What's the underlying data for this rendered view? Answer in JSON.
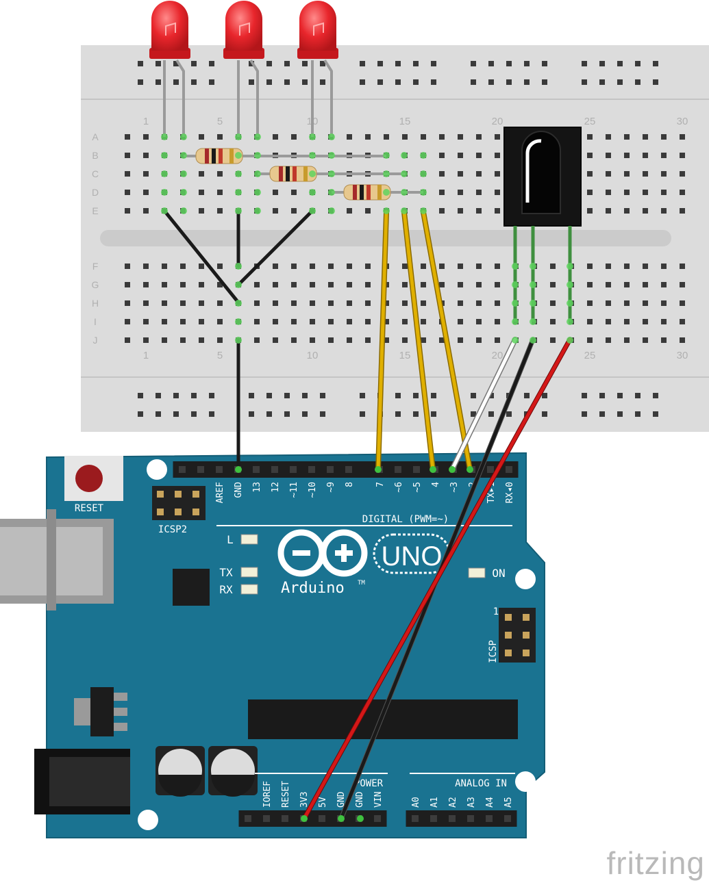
{
  "breadboard": {
    "column_numbers": [
      "1",
      "5",
      "10",
      "15",
      "20",
      "25",
      "30"
    ],
    "top_rows": [
      "A",
      "B",
      "C",
      "D",
      "E"
    ],
    "bottom_rows": [
      "F",
      "G",
      "H",
      "I",
      "J"
    ]
  },
  "components": {
    "leds": [
      "LED 1",
      "LED 2",
      "LED 3"
    ],
    "resistors": [
      "R1",
      "R2",
      "R3"
    ],
    "ir_receiver": "IR receiver"
  },
  "arduino": {
    "reset_label": "RESET",
    "icsp2_label": "ICSP2",
    "icsp_label": "ICSP",
    "icsp_pin1": "1",
    "led_labels": {
      "l": "L",
      "tx": "TX",
      "rx": "RX",
      "on": "ON"
    },
    "logo_text": "Arduino",
    "logo_tm": "TM",
    "uno_text": "UNO",
    "digital_header": [
      "AREF",
      "GND",
      "13",
      "12",
      "~11",
      "~10",
      "~9",
      "8",
      "7",
      "~6",
      "~5",
      "4",
      "~3",
      "2",
      "TX▸1",
      "RX◂0"
    ],
    "digital_label": "DIGITAL (PWM=~)",
    "power_header": [
      "IOREF",
      "RESET",
      "3V3",
      "5V",
      "GND",
      "GND",
      "VIN"
    ],
    "power_label": "POWER",
    "analog_header": [
      "A0",
      "A1",
      "A2",
      "A3",
      "A4",
      "A5"
    ],
    "analog_label": "ANALOG IN"
  },
  "colors": {
    "board": "#1a7391",
    "breadboard": "#dcdcdc",
    "wire_gnd": "#1a1a1a",
    "wire_signal": "#e0b000",
    "wire_ir_out": "#ffffff",
    "wire_ir_vcc": "#d41818",
    "led": "#e41e24"
  },
  "footer": {
    "brand": "fritzing"
  }
}
